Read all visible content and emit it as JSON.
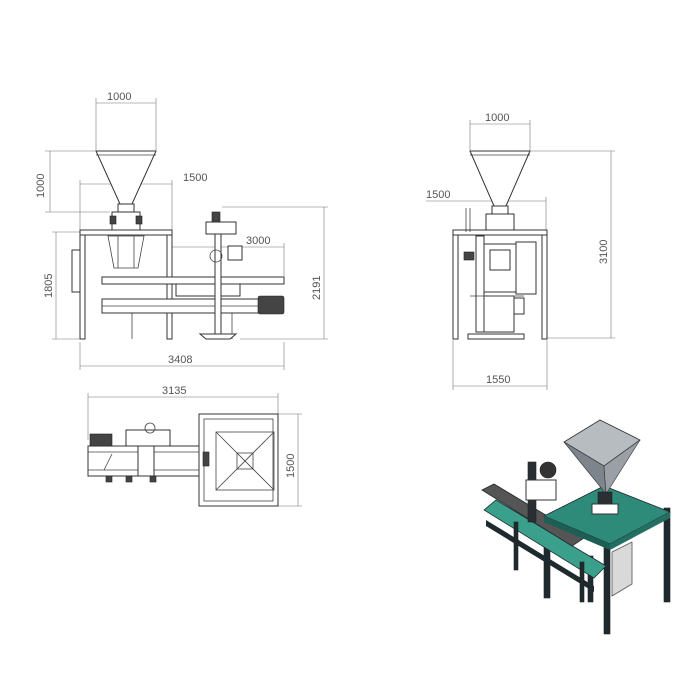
{
  "front_view": {
    "dim_hopper_width": "1000",
    "dim_hopper_height": "1000",
    "dim_frame_width": "1500",
    "dim_conveyor_length": "3000",
    "dim_total_height": "2191",
    "dim_frame_height": "1805",
    "dim_total_length": "3408"
  },
  "side_view": {
    "dim_hopper_width": "1000",
    "dim_frame_width": "1500",
    "dim_total_height": "3100",
    "dim_base_width": "1550"
  },
  "top_view": {
    "dim_total_length": "3135",
    "dim_width": "1500"
  },
  "colors": {
    "line": "#333333",
    "dimension": "#777777",
    "table_top": "#2e8b7a",
    "conveyor": "#3aa08c",
    "frame": "#1f2a2f",
    "hopper": "#9aa0a6",
    "cabinet": "#d9d9d9"
  }
}
